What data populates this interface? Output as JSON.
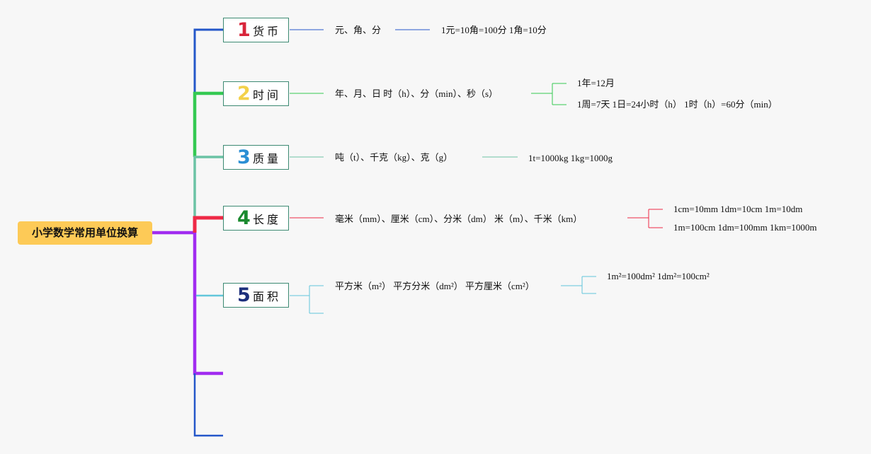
{
  "mindmap": {
    "root": "小学数学常用单位换算",
    "branches": [
      {
        "number": "1",
        "label": "货币",
        "topic": "元、角、分",
        "details": [
          "1元=10角=100分 1角=10分"
        ]
      },
      {
        "number": "2",
        "label": "时间",
        "topic": "年、月、日 时（h）、分（min）、秒（s）",
        "details": [
          "1年=12月",
          "1周=7天 1日=24小时（h） 1时（h）=60分（min）"
        ]
      },
      {
        "number": "3",
        "label": "质量",
        "topic": "吨（t）、千克（kg）、克（g）",
        "details": [
          "1t=1000kg 1kg=1000g"
        ]
      },
      {
        "number": "4",
        "label": "长度",
        "topic": "毫米（mm）、厘米（cm）、分米（dm） 米（m）、千米（km）",
        "details": [
          "1cm=10mm 1dm=10cm 1m=10dm",
          "1m=100cm 1dm=100mm 1km=1000m"
        ]
      },
      {
        "number": "5",
        "label": "面积",
        "topic": "平方米（m²） 平方分米（dm²） 平方厘米（cm²）",
        "details": [
          "1m²=100dm² 1dm²=100cm²"
        ]
      }
    ]
  },
  "colors": {
    "background": "#f7f7f7",
    "root_fill": "#fdca57",
    "box_border": "#3d8a73",
    "numbers": {
      "n1": "#d8253a",
      "n2": "#f3d14a",
      "n3": "#2b8fd4",
      "n4": "#1b8a2f",
      "n5": "#1c2f7c"
    },
    "lines": {
      "money": "#2457c9",
      "time": "#35c952",
      "mass": "#6cc3a5",
      "length": "#ee2946",
      "area": "#62c6db",
      "empty_purple": "#a12cf0",
      "empty_blue": "#2457c9"
    }
  }
}
